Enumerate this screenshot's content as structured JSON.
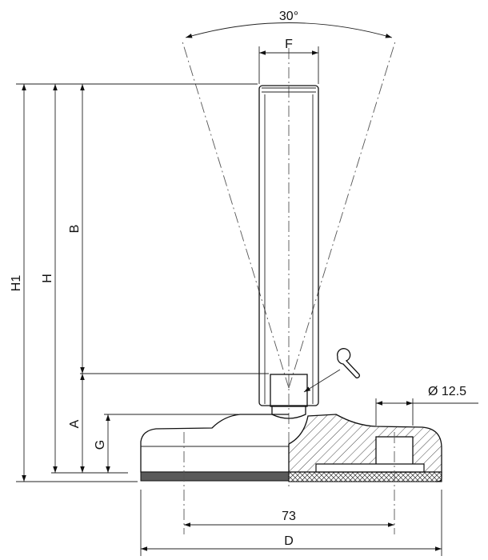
{
  "labels": {
    "angle": "30°",
    "F": "F",
    "B": "B",
    "H": "H",
    "H1": "H1",
    "A": "A",
    "G": "G",
    "hole_diameter": "Ø 12.5",
    "mounting_distance": "73",
    "D": "D"
  },
  "icons": {
    "tool": "wrench-icon"
  },
  "colors": {
    "line": "#111111",
    "hatch": "#333333",
    "pad": "#5a5a5a",
    "centerline": "#555555"
  }
}
